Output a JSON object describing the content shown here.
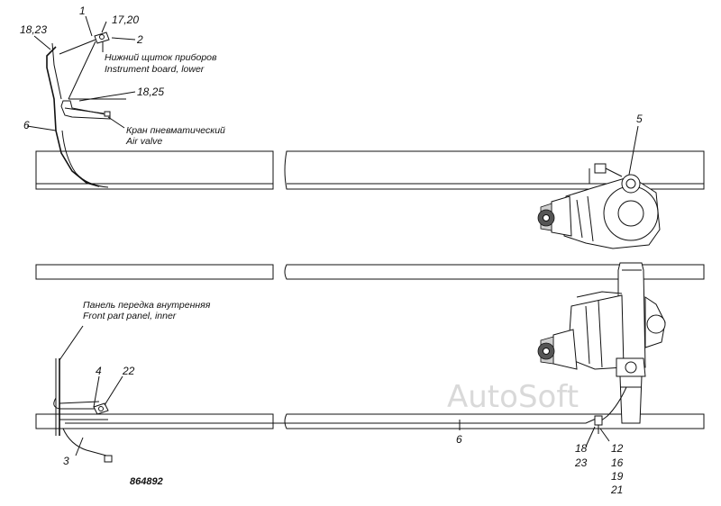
{
  "callouts": {
    "c1": "1",
    "c17_20": "17,20",
    "c2": "2",
    "c18_23_top": "18,23",
    "c18_25": "18,25",
    "c6_top": "6",
    "c5": "5",
    "c4": "4",
    "c22": "22",
    "c3": "3",
    "c6_bottom": "6",
    "c18_bottom": "18",
    "c23_bottom": "23",
    "c12": "12",
    "c16": "16",
    "c19": "19",
    "c21": "21"
  },
  "notes": {
    "instrument_ru": "Нижний щиток приборов",
    "instrument_en": "Instrument board, lower",
    "air_valve_ru": "Кран пневматический",
    "air_valve_en": "Air valve",
    "front_panel_ru": "Панель передка внутренняя",
    "front_panel_en": "Front part panel, inner"
  },
  "drawing_code": "864892",
  "watermark": "AutoSoft"
}
